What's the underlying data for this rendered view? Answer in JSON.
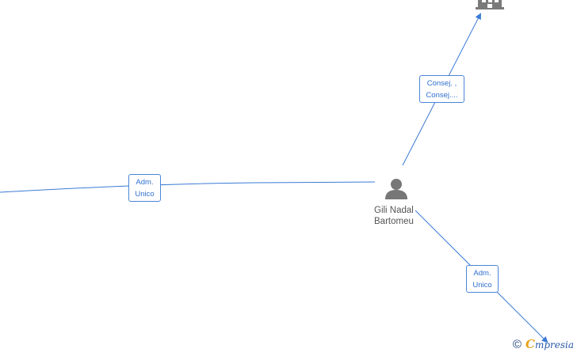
{
  "graph": {
    "edge_color": "#3a7bd5",
    "node_color": "#777777",
    "nodes": {
      "person": {
        "name_line1": "Gili Nadal",
        "name_line2": "Bartomeu",
        "icon": "person-icon"
      },
      "company_top": {
        "icon": "building-icon"
      }
    },
    "edges": [
      {
        "id": "left",
        "label_line1": "Adm.",
        "label_line2": "Unico"
      },
      {
        "id": "top",
        "label_line1": "Consej. ,",
        "label_line2": "Consej...."
      },
      {
        "id": "bottom_right",
        "label_line1": "Adm.",
        "label_line2": "Unico"
      }
    ]
  },
  "watermark": {
    "copyright": "©",
    "brand_first": "C",
    "brand_rest": "mpresia"
  }
}
